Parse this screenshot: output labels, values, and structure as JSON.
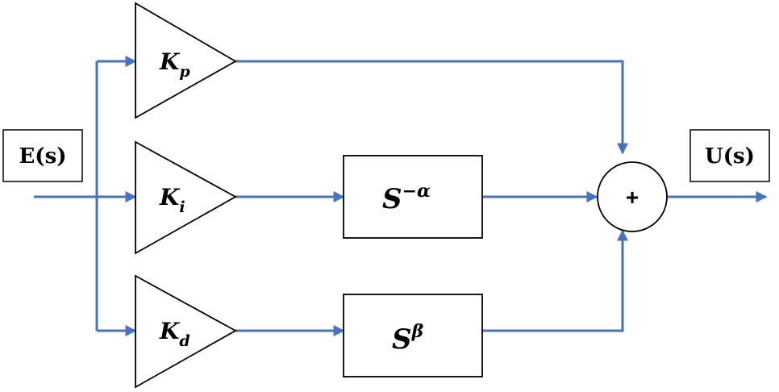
{
  "input_label": "E(s)",
  "output_label": "U(s)",
  "gains": {
    "p": {
      "symbol": "K",
      "sub": "p"
    },
    "i": {
      "symbol": "K",
      "sub": "i"
    },
    "d": {
      "symbol": "K",
      "sub": "d"
    }
  },
  "operators": {
    "integral": {
      "base": "S",
      "exp": "−α"
    },
    "derivative": {
      "base": "S",
      "exp": "β"
    }
  },
  "summer_symbol": "+",
  "colors": {
    "signal_line": "#4472C4",
    "block_stroke": "#000000"
  }
}
